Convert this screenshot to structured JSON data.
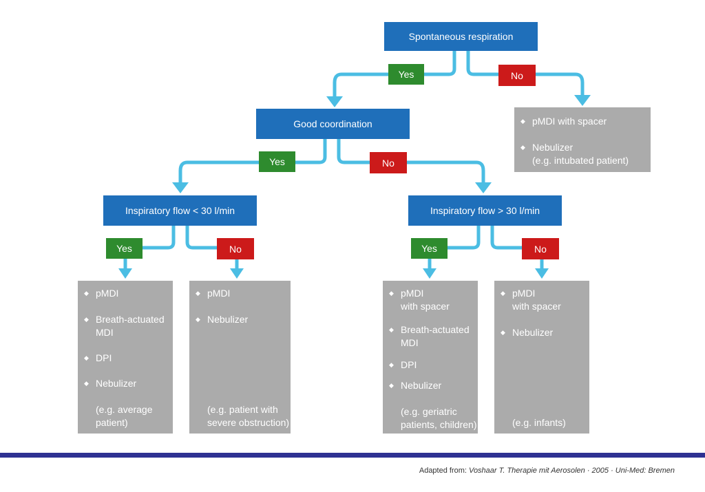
{
  "nodes": {
    "spontaneous": "Spontaneous respiration",
    "coordination": "Good coordination",
    "flow_low": "Inspiratory flow < 30 l/min",
    "flow_high": "Inspiratory flow > 30 l/min"
  },
  "tags": {
    "yes": "Yes",
    "no": "No"
  },
  "boxes": {
    "no_spontaneous": {
      "items": [
        "pMDI with spacer",
        "Nebulizer\n(e.g. intubated patient)"
      ]
    },
    "low_yes": {
      "items": [
        "pMDI",
        "Breath-actuated\nMDI",
        "DPI",
        "Nebulizer"
      ],
      "note": "(e.g. average\npatient)"
    },
    "low_no": {
      "items": [
        "pMDI",
        "Nebulizer"
      ],
      "note": "(e.g. patient with\nsevere obstruction)"
    },
    "high_yes": {
      "items": [
        "pMDI\nwith spacer",
        "Breath-actuated\nMDI",
        "DPI",
        "Nebulizer"
      ],
      "note": "(e.g. geriatric\npatients, children)"
    },
    "high_no": {
      "items": [
        "pMDI\nwith spacer",
        "Nebulizer"
      ],
      "note": "(e.g. infants)"
    }
  },
  "footer": {
    "prefix": "Adapted from: ",
    "source": "Voshaar T. Therapie mit Aerosolen · 2005 · Uni-Med: Bremen"
  },
  "colors": {
    "node": "#1f6fba",
    "yes": "#2e8b2e",
    "no": "#cc1a1a",
    "box": "#ababab",
    "arrow": "#4bbde3",
    "rule": "#2e3192"
  }
}
